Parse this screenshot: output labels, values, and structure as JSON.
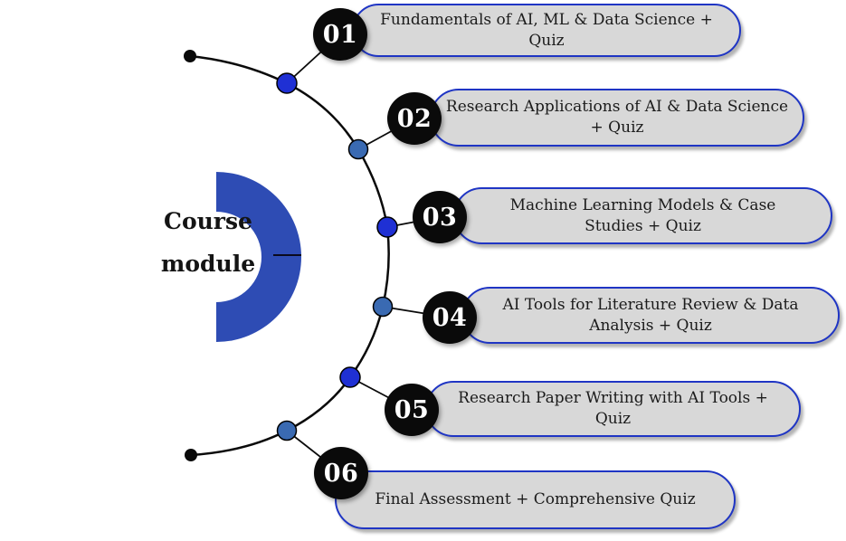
{
  "title": {
    "line1": "Course",
    "line2": "module"
  },
  "colors": {
    "ring_blue": "#2e4cb4",
    "pill_border_blue": "#1f35c4",
    "pill_fill_gray": "#d8d8d8",
    "vivid_node_blue": "#1f30d4",
    "steel_node_blue": "#3a6ab2",
    "number_circle_black": "#0a0a0a",
    "text_black": "#1b1b1b"
  },
  "modules": [
    {
      "number": "01",
      "label": "Fundamentals of AI, ML & Data Science + Quiz",
      "dot_color": "#1f30d4"
    },
    {
      "number": "02",
      "label": "Research Applications of AI & Data Science + Quiz",
      "dot_color": "#3a6ab2"
    },
    {
      "number": "03",
      "label": "Machine Learning Models & Case Studies + Quiz",
      "dot_color": "#1f30d4"
    },
    {
      "number": "04",
      "label": "AI Tools for Literature Review & Data Analysis + Quiz",
      "dot_color": "#3a6ab2"
    },
    {
      "number": "05",
      "label": "Research Paper Writing with AI Tools + Quiz",
      "dot_color": "#1f30d4"
    },
    {
      "number": "06",
      "label": "Final Assessment + Comprehensive Quiz",
      "dot_color": "#3a6ab2"
    }
  ]
}
